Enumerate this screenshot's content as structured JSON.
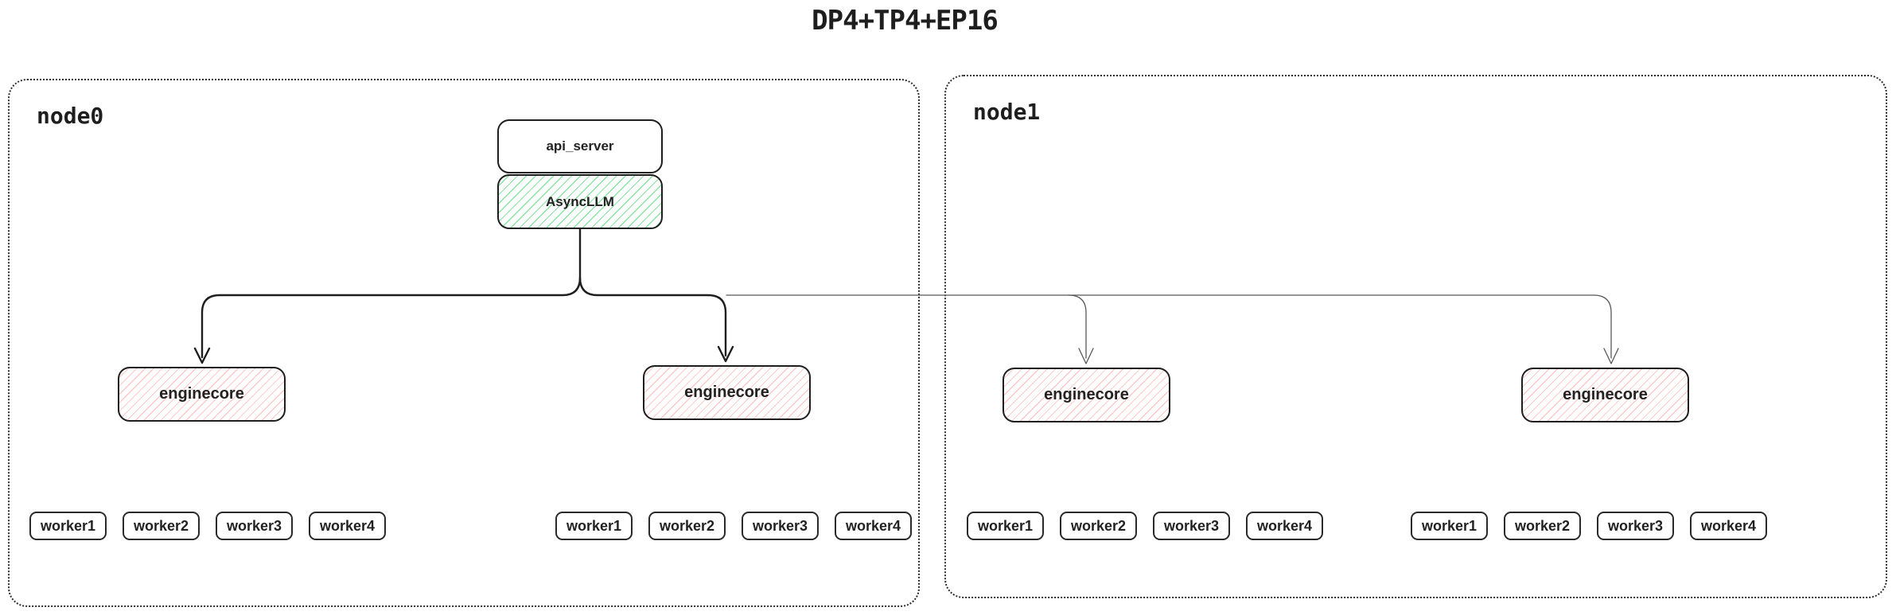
{
  "title": "DP4+TP4+EP16",
  "colors": {
    "line": "#1e1e1e",
    "thin_line": "#575757",
    "green_hatch": "rgba(110,220,140,0.8)",
    "red_hatch": "rgba(250,165,165,0.6)"
  },
  "node0": {
    "label": "node0",
    "api_server_label": "api_server",
    "asyncllm_label": "AsyncLLM",
    "enginecores": [
      {
        "label": "enginecore",
        "workers": [
          "worker1",
          "worker2",
          "worker3",
          "worker4"
        ]
      },
      {
        "label": "enginecore",
        "workers": [
          "worker1",
          "worker2",
          "worker3",
          "worker4"
        ]
      }
    ]
  },
  "node1": {
    "label": "node1",
    "enginecores": [
      {
        "label": "enginecore",
        "workers": [
          "worker1",
          "worker2",
          "worker3",
          "worker4"
        ]
      },
      {
        "label": "enginecore",
        "workers": [
          "worker1",
          "worker2",
          "worker3",
          "worker4"
        ]
      }
    ]
  }
}
